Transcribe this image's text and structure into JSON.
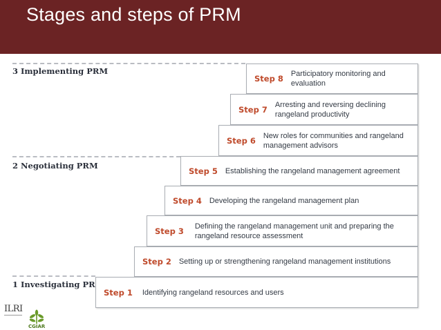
{
  "header": {
    "title": "Stages and steps of PRM"
  },
  "phases": [
    {
      "label": "3 Implementing PRM"
    },
    {
      "label": "2 Negotiating PRM"
    },
    {
      "label": "1 Investigating PRM"
    }
  ],
  "steps": [
    {
      "num": "Step 8",
      "text": "Participatory monitoring and evaluation"
    },
    {
      "num": "Step 7",
      "text": "Arresting and reversing declining rangeland productivity"
    },
    {
      "num": "Step 6",
      "text": "New roles for communities and rangeland management advisors"
    },
    {
      "num": "Step 5",
      "text": "Establishing the rangeland management agreement"
    },
    {
      "num": "Step 4",
      "text": "Developing the rangeland management plan"
    },
    {
      "num": "Step 3",
      "text": "Defining the rangeland management unit and preparing the rangeland resource assessment"
    },
    {
      "num": "Step 2",
      "text": "Setting up or strengthening rangeland management institutions"
    },
    {
      "num": "Step 1",
      "text": "Identifying rangeland resources and users"
    }
  ],
  "logos": {
    "ilri": "ILRI",
    "cgiar": "CGIAR"
  },
  "colors": {
    "header_bg": "#6b2324",
    "step_number": "#bf4a2b"
  }
}
